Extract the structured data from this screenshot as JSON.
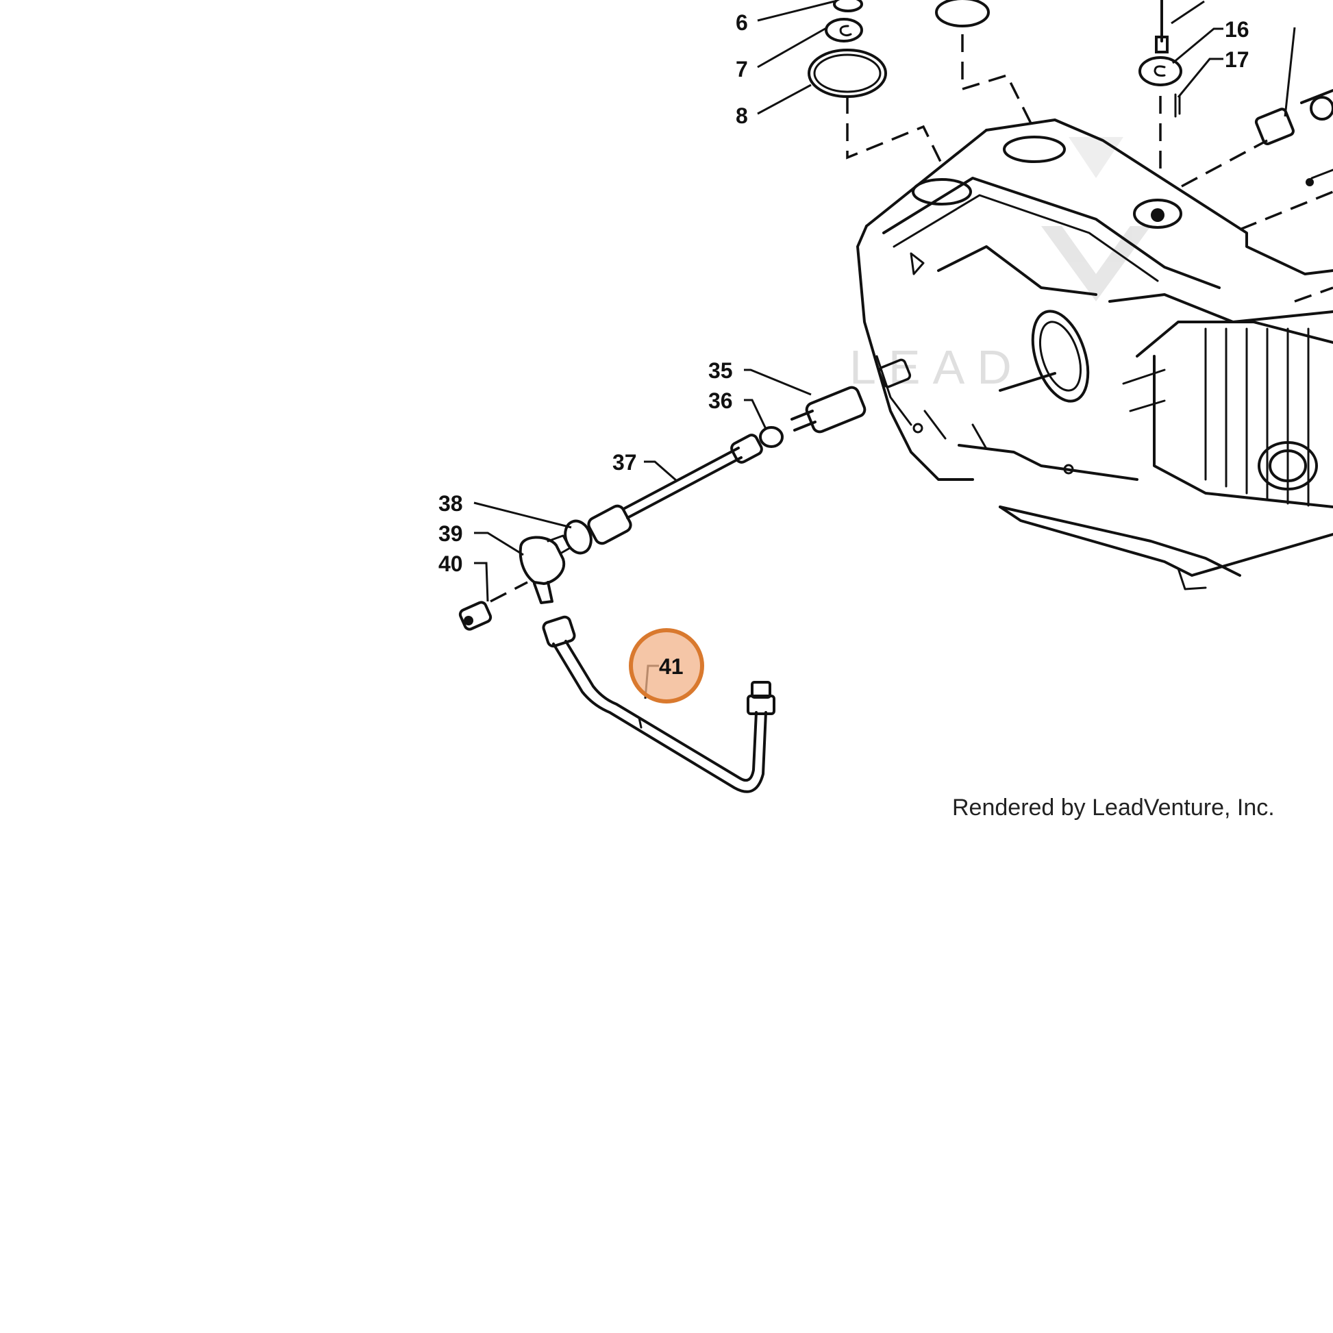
{
  "callouts": {
    "c6": "6",
    "c7": "7",
    "c8": "8",
    "c16": "16",
    "c17": "17",
    "c35": "35",
    "c36": "36",
    "c37": "37",
    "c38": "38",
    "c39": "39",
    "c40": "40",
    "c41": "41"
  },
  "credit": "Rendered by LeadVenture, Inc.",
  "colors": {
    "highlight_fill": "#f2b38a",
    "highlight_stroke": "#d9792e",
    "ink": "#111111"
  },
  "icons": [
    "lead-venture-watermark-logo"
  ]
}
